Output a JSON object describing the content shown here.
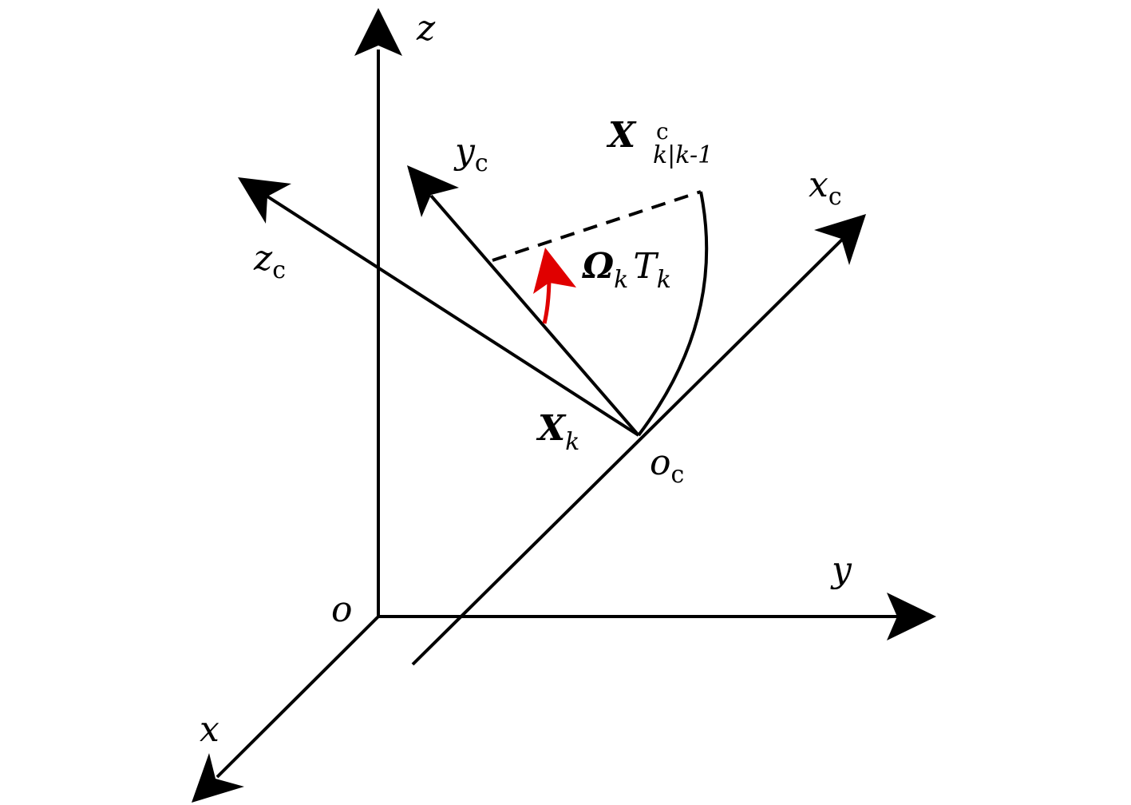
{
  "colors": {
    "ink": "#000000",
    "rotation_arrow": "#e00000"
  },
  "axes": {
    "world": {
      "x": {
        "label": "x"
      },
      "y": {
        "label": "y"
      },
      "z": {
        "label": "z"
      },
      "origin": {
        "label": "o"
      }
    },
    "camera": {
      "x": {
        "label": "x",
        "sub": "c"
      },
      "y": {
        "label": "y",
        "sub": "c"
      },
      "z": {
        "label": "z",
        "sub": "c"
      },
      "origin": {
        "label": "o",
        "sub": "c"
      }
    }
  },
  "annotations": {
    "state_current": {
      "symbol": "X",
      "sub": "k"
    },
    "state_predicted": {
      "symbol": "X",
      "sup": "c",
      "sub": "k|k-1"
    },
    "rotation": {
      "symbol1": "Ω",
      "sub1": "k",
      "symbol2": "T",
      "sub2": "k"
    }
  }
}
